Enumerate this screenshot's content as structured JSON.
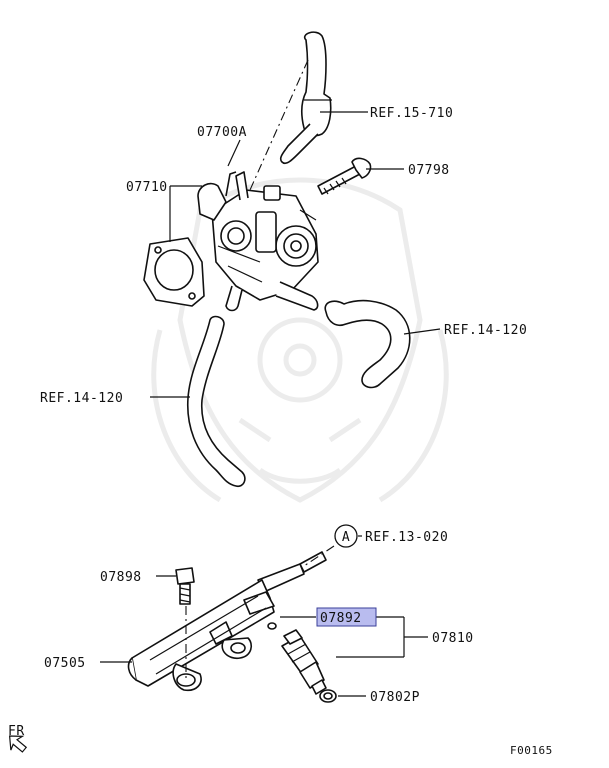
{
  "labels": {
    "ref_15_710": "REF.15-710",
    "p07700a": "07700A",
    "p07798": "07798",
    "p07710": "07710",
    "ref_14_120_right": "REF.14-120",
    "ref_14_120_left": "REF.14-120",
    "circle_a": "A",
    "ref_13_020": "REF.13-020",
    "p07898": "07898",
    "p07892": "07892",
    "p07810": "07810",
    "p07505": "07505",
    "p07802p": "07802P",
    "fr": "FR",
    "figure_id": "F00165"
  },
  "highlight_color": "#b9bcef"
}
